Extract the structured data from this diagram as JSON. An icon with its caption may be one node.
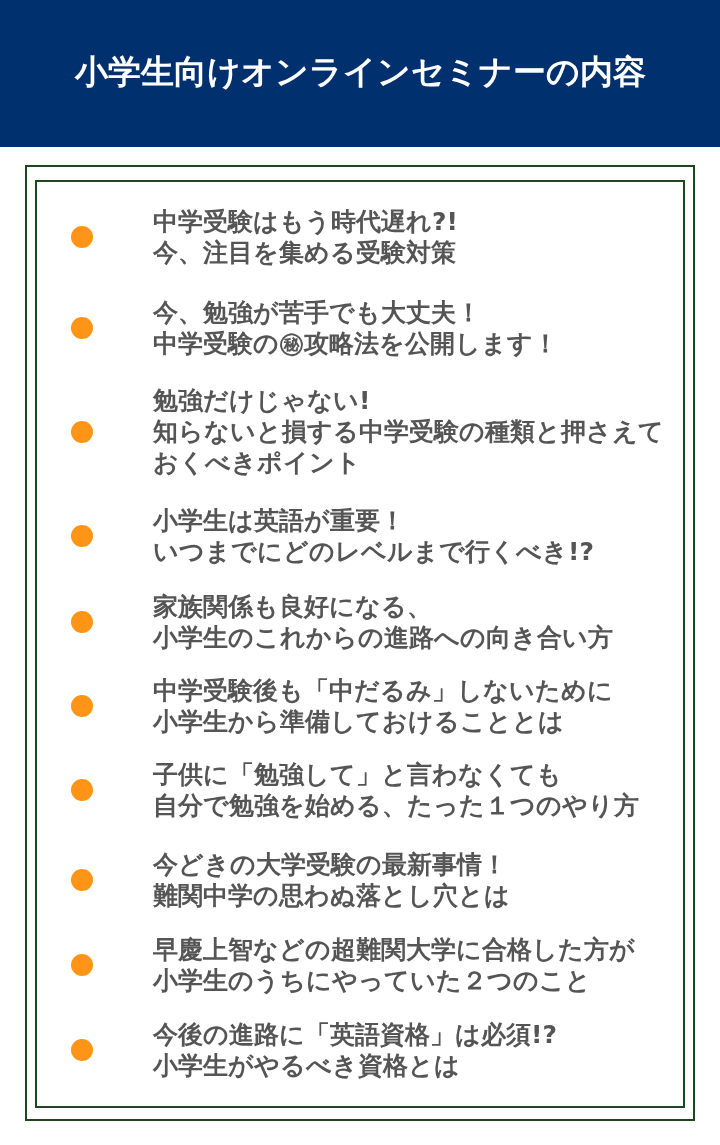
{
  "diagram": {
    "title": "小学生向けオンラインセミナーの内容",
    "nodes": [
      {
        "text": [
          "中学受験はもう時代遅れ?!今、注目を集める受験対策",
          "今、勉強が苦手でも大丈夫！中学受験の㊙攻略法を公開します！",
          "勉強だけじゃない!知らないと損する中学受験の種類と押さえておくべきポイント",
          "小学生は英語が重要！いつまでにどのレベルまで行くべき!?",
          "家族関係も良好になる、小学生のこれからの進路への向き合い方",
          "中学受験後も「中だるみ」しないために小学生から準備しておけることとは",
          "子供に「勉強して」と言わなくても自分で勉強を始める、たった１つのやり方",
          "今どきの大学受験の最新事情！難関中学の思わぬ落とし穴とは",
          "早慶上智などの超難関大学に合格した方が小学生のうちにやっていた２つのこと",
          "今後の進路に「英語資格」は必須!?小学生がやるべき資格とは"
        ]
      }
    ]
  }
}
